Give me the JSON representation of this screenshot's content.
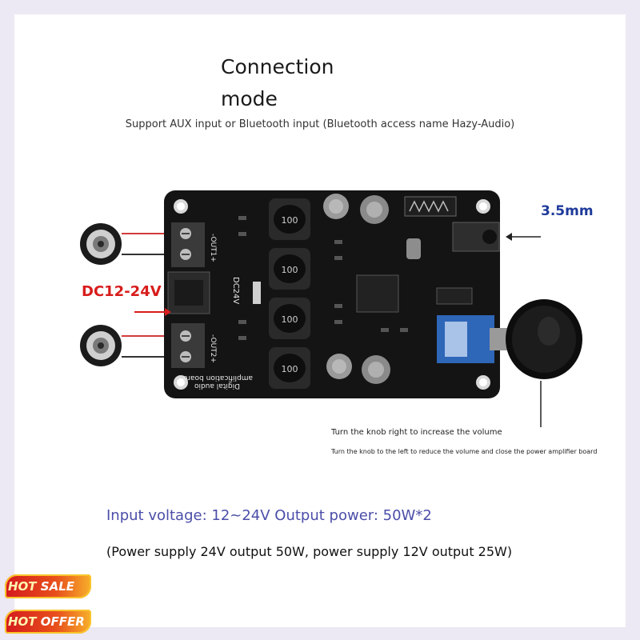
{
  "header": {
    "title": "Connection mode",
    "subtitle": "Support AUX input or Bluetooth input (Bluetooth access name Hazy-Audio)"
  },
  "labels": {
    "jack_size": "3.5mm",
    "dc_input": "DC12-24V",
    "knob_right": "Turn the knob right to increase the volume",
    "knob_left": "Turn the knob to the left to reduce the volume and close the power amplifier board"
  },
  "board": {
    "out1_label": "-OUT1+",
    "out2_label": "-OUT2+",
    "dc_marking": "DC24V",
    "board_name_1": "Digital audio",
    "board_name_2": "amplification board",
    "inductor_marking": "100"
  },
  "specs": {
    "line1": "Input voltage: 12~24V Output power: 50W*2",
    "line2": "(Power supply 24V output 50W, power supply 12V output 25W)"
  },
  "badges": {
    "hot_sale_word1": "HOT",
    "hot_sale_word2": "SALE",
    "hot_offer_word1": "HOT",
    "hot_offer_word2": "OFFER"
  },
  "colors": {
    "accent_blue": "#1e3a9a",
    "accent_red": "#d81c1c",
    "spec_purple": "#4b4ea8",
    "pcb_black": "#141414"
  }
}
